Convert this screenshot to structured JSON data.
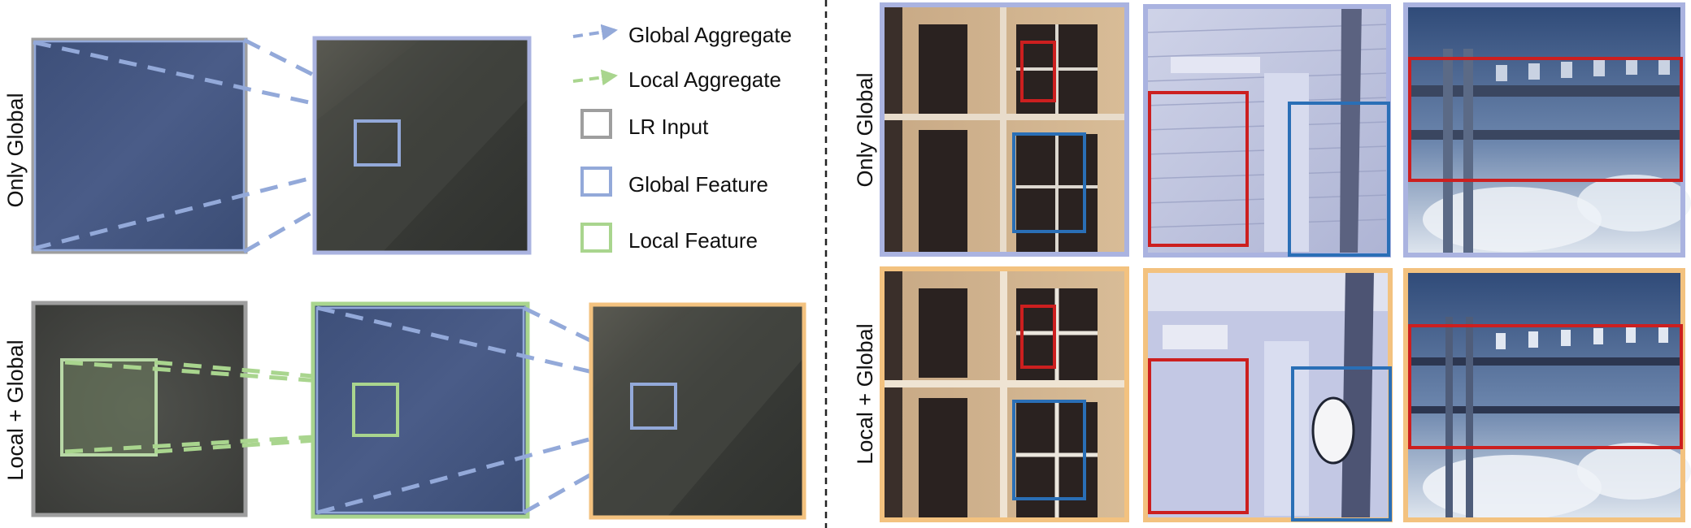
{
  "left_panel": {
    "row_labels": [
      "Only Global",
      "Local + Global"
    ]
  },
  "legend": {
    "global_aggregate": "Global Aggregate",
    "local_aggregate": "Local Aggregate",
    "lr_input": "LR Input",
    "global_feature": "Global Feature",
    "local_feature": "Local Feature"
  },
  "right_panel": {
    "row_labels": [
      "Only Global",
      "Local + Global"
    ]
  },
  "colors": {
    "global": "#93a9d9",
    "local": "#a9d58e",
    "lr_input": "#9e9e9e",
    "global_border": "#aab3e0",
    "result_border": "#f3c27f",
    "highlight_red": "#cc1f1f",
    "highlight_blue": "#2a6fb6"
  }
}
